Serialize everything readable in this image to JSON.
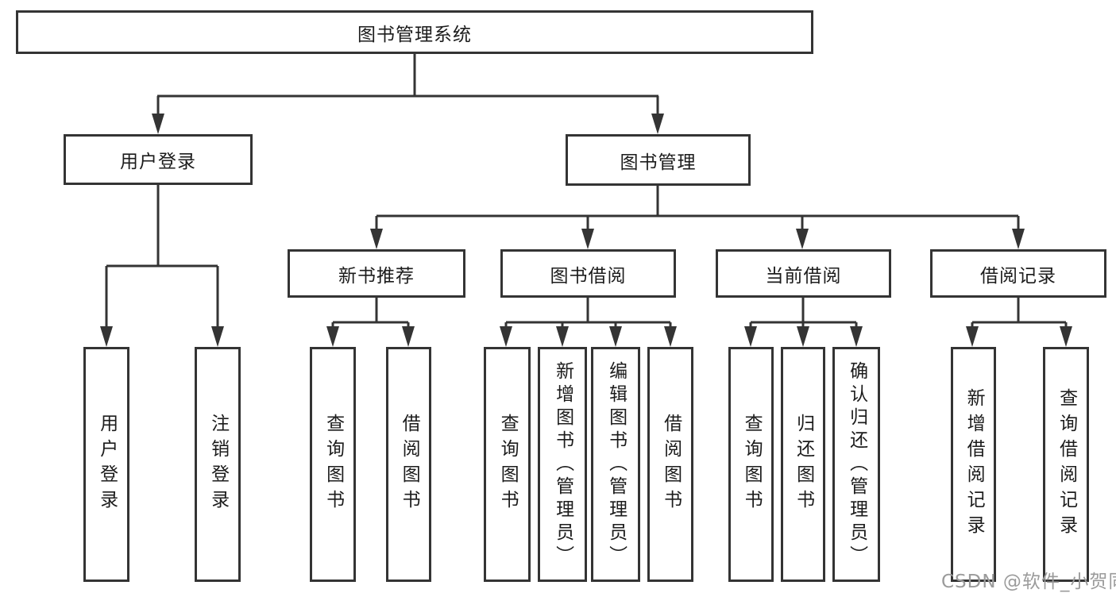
{
  "colors": {
    "line": "#343434",
    "box_border": "#343434",
    "text": "#1c1c1c",
    "watermark": "#9b9b9b",
    "background": "#ffffff"
  },
  "tree": {
    "root": {
      "label": "图书管理系统"
    },
    "branches": [
      {
        "label": "用户登录",
        "children": [
          {
            "label": "用户登录"
          },
          {
            "label": "注销登录"
          }
        ]
      },
      {
        "label": "图书管理",
        "children": [
          {
            "label": "新书推荐",
            "children": [
              {
                "label": "查询图书"
              },
              {
                "label": "借阅图书"
              }
            ]
          },
          {
            "label": "图书借阅",
            "children": [
              {
                "label": "查询图书"
              },
              {
                "label": "新增图书（管理员）"
              },
              {
                "label": "编辑图书（管理员）"
              },
              {
                "label": "借阅图书"
              }
            ]
          },
          {
            "label": "当前借阅",
            "children": [
              {
                "label": "查询图书"
              },
              {
                "label": "归还图书"
              },
              {
                "label": "确认归还（管理员）"
              }
            ]
          },
          {
            "label": "借阅记录",
            "children": [
              {
                "label": "新增借阅记录"
              },
              {
                "label": "查询借阅记录"
              }
            ]
          }
        ]
      }
    ]
  },
  "watermark": {
    "text": "CSDN @软件_小贺同学"
  }
}
